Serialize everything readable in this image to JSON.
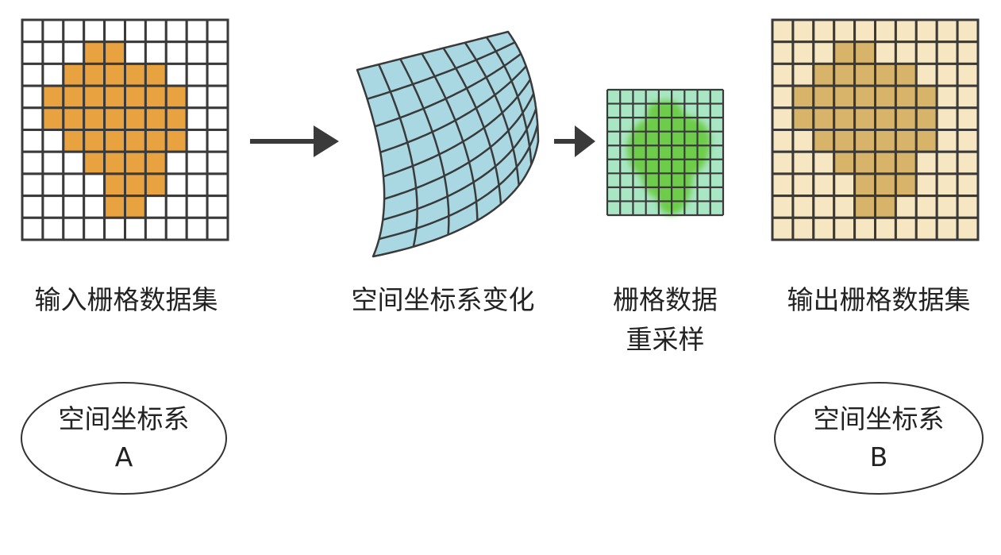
{
  "labels": {
    "input": "输入栅格数据集",
    "transform": "空间坐标系变化",
    "resample_line1": "栅格数据",
    "resample_line2": "重采样",
    "output": "输出栅格数据集"
  },
  "crs_a": {
    "line1": "空间坐标系",
    "line2": "A"
  },
  "crs_b": {
    "line1": "空间坐标系",
    "line2": "B"
  },
  "colors": {
    "grid_line": "#3a3a3a",
    "input_fill": "#e8a23f",
    "input_bg": "#ffffff",
    "warp_fill": "#a9d8e3",
    "resample_bg": "#a8e6c4",
    "resample_fill": "#6dcc4a",
    "output_bg": "#f6e6c2",
    "output_fill": "#d8b46b",
    "arrow": "#3a3a3a"
  },
  "raster_pattern": [
    [
      0,
      0,
      0,
      0,
      0,
      0,
      0,
      0,
      0,
      0
    ],
    [
      0,
      0,
      0,
      1,
      1,
      0,
      0,
      0,
      0,
      0
    ],
    [
      0,
      0,
      1,
      1,
      1,
      1,
      1,
      0,
      0,
      0
    ],
    [
      0,
      1,
      1,
      1,
      1,
      1,
      1,
      1,
      0,
      0
    ],
    [
      0,
      1,
      1,
      1,
      1,
      1,
      1,
      1,
      0,
      0
    ],
    [
      0,
      0,
      1,
      1,
      1,
      1,
      1,
      1,
      0,
      0
    ],
    [
      0,
      0,
      0,
      1,
      1,
      1,
      1,
      0,
      0,
      0
    ],
    [
      0,
      0,
      0,
      0,
      1,
      1,
      1,
      0,
      0,
      0
    ],
    [
      0,
      0,
      0,
      0,
      1,
      1,
      0,
      0,
      0,
      0
    ],
    [
      0,
      0,
      0,
      0,
      0,
      0,
      0,
      0,
      0,
      0
    ]
  ]
}
